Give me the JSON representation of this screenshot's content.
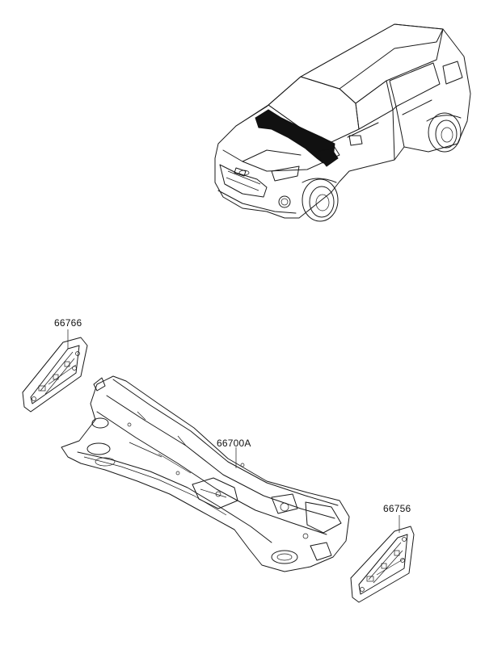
{
  "diagram": {
    "parts": [
      {
        "id": "upper-side-panel-left",
        "number": "66766"
      },
      {
        "id": "cowl-panel-assembly",
        "number": "66700A"
      },
      {
        "id": "upper-side-panel-right",
        "number": "66756"
      }
    ],
    "colors": {
      "line": "#1a1a1a",
      "highlight": "#111111",
      "background": "#ffffff"
    }
  }
}
